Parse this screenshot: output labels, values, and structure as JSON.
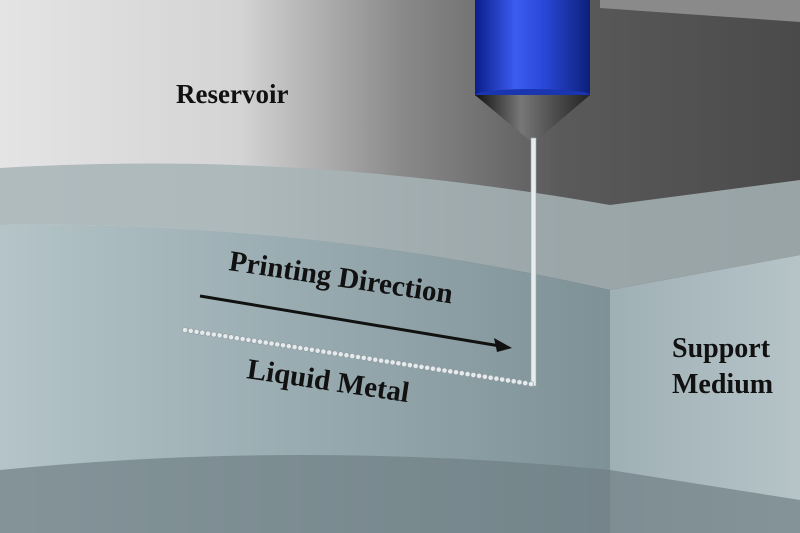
{
  "labels": {
    "reservoir": "Reservoir",
    "printing_direction": "Printing Direction",
    "liquid_metal": "Liquid Metal",
    "support_line1": "Support",
    "support_line2": "Medium"
  },
  "colors": {
    "nozzle": "#1f3fd0",
    "text": "#111111"
  }
}
